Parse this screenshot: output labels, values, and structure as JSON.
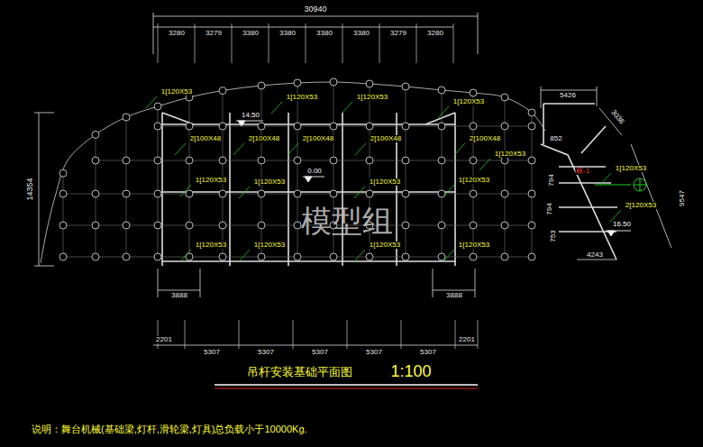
{
  "diagram": {
    "title": "吊杆安装基础平面图",
    "labels": [
      "30940",
      "3280",
      "3279",
      "3380",
      "3380",
      "3380",
      "3380",
      "3279",
      "3280",
      "14354",
      "1[120X53",
      "1[120X53",
      "1[120X53",
      "1[120X53",
      "2[100X48",
      "2[100X48",
      "2[100X48",
      "2[100X48",
      "2[100X48",
      "1[120X53",
      "1[120X53",
      "1[120X53",
      "1[120X53",
      "1[120X53",
      "1[120X53",
      "1[120X53",
      "1[120X53",
      "14.50",
      "0.00",
      "模型组",
      "3888",
      "3888",
      "2201",
      "2201",
      "5307",
      "5307",
      "5307",
      "5307",
      "5307",
      "5426",
      "3036",
      "852",
      "794",
      "794",
      "753",
      "4243",
      "9547",
      "16.50",
      "1[120X53",
      "1[120X53",
      "2[120X53",
      "标-1",
      "1:100",
      "说明：舞台机械(基础梁,灯杆,滑轮梁,灯具)总负载小于10000Kg."
    ]
  }
}
